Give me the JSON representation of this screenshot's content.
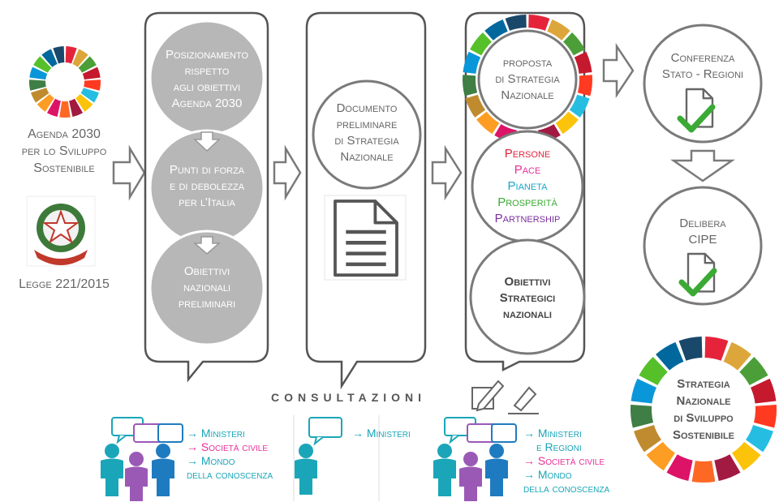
{
  "left": {
    "agenda_lines": [
      "Agenda 2030",
      "per lo Sviluppo",
      "Sostenibile"
    ],
    "legge": "Legge 221/2015"
  },
  "col1": {
    "circle1": [
      "Posizionamento",
      "rispetto",
      "agli obiettivi",
      "Agenda 2030"
    ],
    "circle2": [
      "Punti di forza",
      "e di debolezza",
      "per l'Italia"
    ],
    "circle3": [
      "Obiettivi",
      "nazionali",
      "preliminari"
    ]
  },
  "col2": {
    "circle": [
      "Documento",
      "preliminare",
      "di Strategia",
      "Nazionale"
    ]
  },
  "col3": {
    "circle1": [
      "proposta",
      "di Strategia",
      "Nazionale"
    ],
    "five_p": [
      {
        "label": "Persone",
        "color": "#e5233d"
      },
      {
        "label": "Pace",
        "color": "#ea2e9a"
      },
      {
        "label": "Pianeta",
        "color": "#19a6c9"
      },
      {
        "label": "Prosperità",
        "color": "#3aaa35"
      },
      {
        "label": "Partnership",
        "color": "#7b2f9e"
      }
    ],
    "circle3": [
      "Obiettivi",
      "Strategici",
      "nazionali"
    ]
  },
  "right": {
    "conferenza": [
      "Conferenza",
      "Stato - Regioni"
    ],
    "delibera": [
      "Delibera",
      "CIPE"
    ],
    "strategia": [
      "Strategia",
      "Nazionale",
      "di Sviluppo",
      "Sostenibile"
    ]
  },
  "consultazioni": "CONSULTAZIONI",
  "groups": {
    "g1": [
      {
        "text": "→ Ministeri",
        "color": "#1aa6b8"
      },
      {
        "text": "→ Società civile",
        "color": "#ea2e9a"
      },
      {
        "text": "→ Mondo",
        "color": "#1aa6b8"
      },
      {
        "text": "della conoscenza",
        "color": "#1aa6b8"
      }
    ],
    "g2": [
      {
        "text": "→ Ministeri",
        "color": "#1aa6b8"
      }
    ],
    "g3": [
      {
        "text": "→ Ministeri",
        "color": "#1aa6b8"
      },
      {
        "text": "e Regioni",
        "color": "#1aa6b8"
      },
      {
        "text": "→ Società civile",
        "color": "#ea2e9a"
      },
      {
        "text": "→ Mondo",
        "color": "#1aa6b8"
      },
      {
        "text": "della conoscenza",
        "color": "#1aa6b8"
      }
    ]
  },
  "colors": {
    "grey_circle": "#b7b7b7",
    "outline": "#7a7a7a",
    "arrow_fill": "#ffffff",
    "check_green": "#3aaa35",
    "person_teal": "#1aa6b8",
    "person_purple": "#9b59b6",
    "person_blue": "#1f7bbf"
  }
}
